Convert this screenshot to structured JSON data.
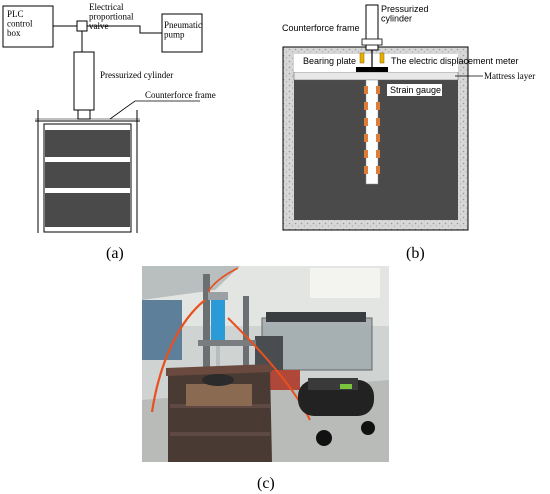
{
  "panel_a": {
    "plc_box": "PLC\ncontrol\nbox",
    "valve_label": "Electrical\nproportional\nvalve",
    "pump_box": "Pneumatic\npump",
    "cylinder_label": "Pressurized cylinder",
    "frame_label": "Counterforce frame",
    "caption": "(a)"
  },
  "panel_b": {
    "frame_label": "Counterforce frame",
    "cylinder_label": "Pressurized\ncylinder",
    "bearing_label": "Bearing plate",
    "meter_label": "The electric displacement meter",
    "mattress_label": "Mattress layer",
    "gauge_label": "Strain gauge",
    "caption": "(b)"
  },
  "panel_c": {
    "caption": "(c)"
  },
  "colors": {
    "soil_gray": "#4a4a4a",
    "strain_gauge": "#e07b39",
    "meter_yellow": "#e8b000",
    "photo_hose": "#e8501e",
    "photo_cylinder": "#2a9bd6",
    "photo_compressor_green": "#78c43c"
  }
}
